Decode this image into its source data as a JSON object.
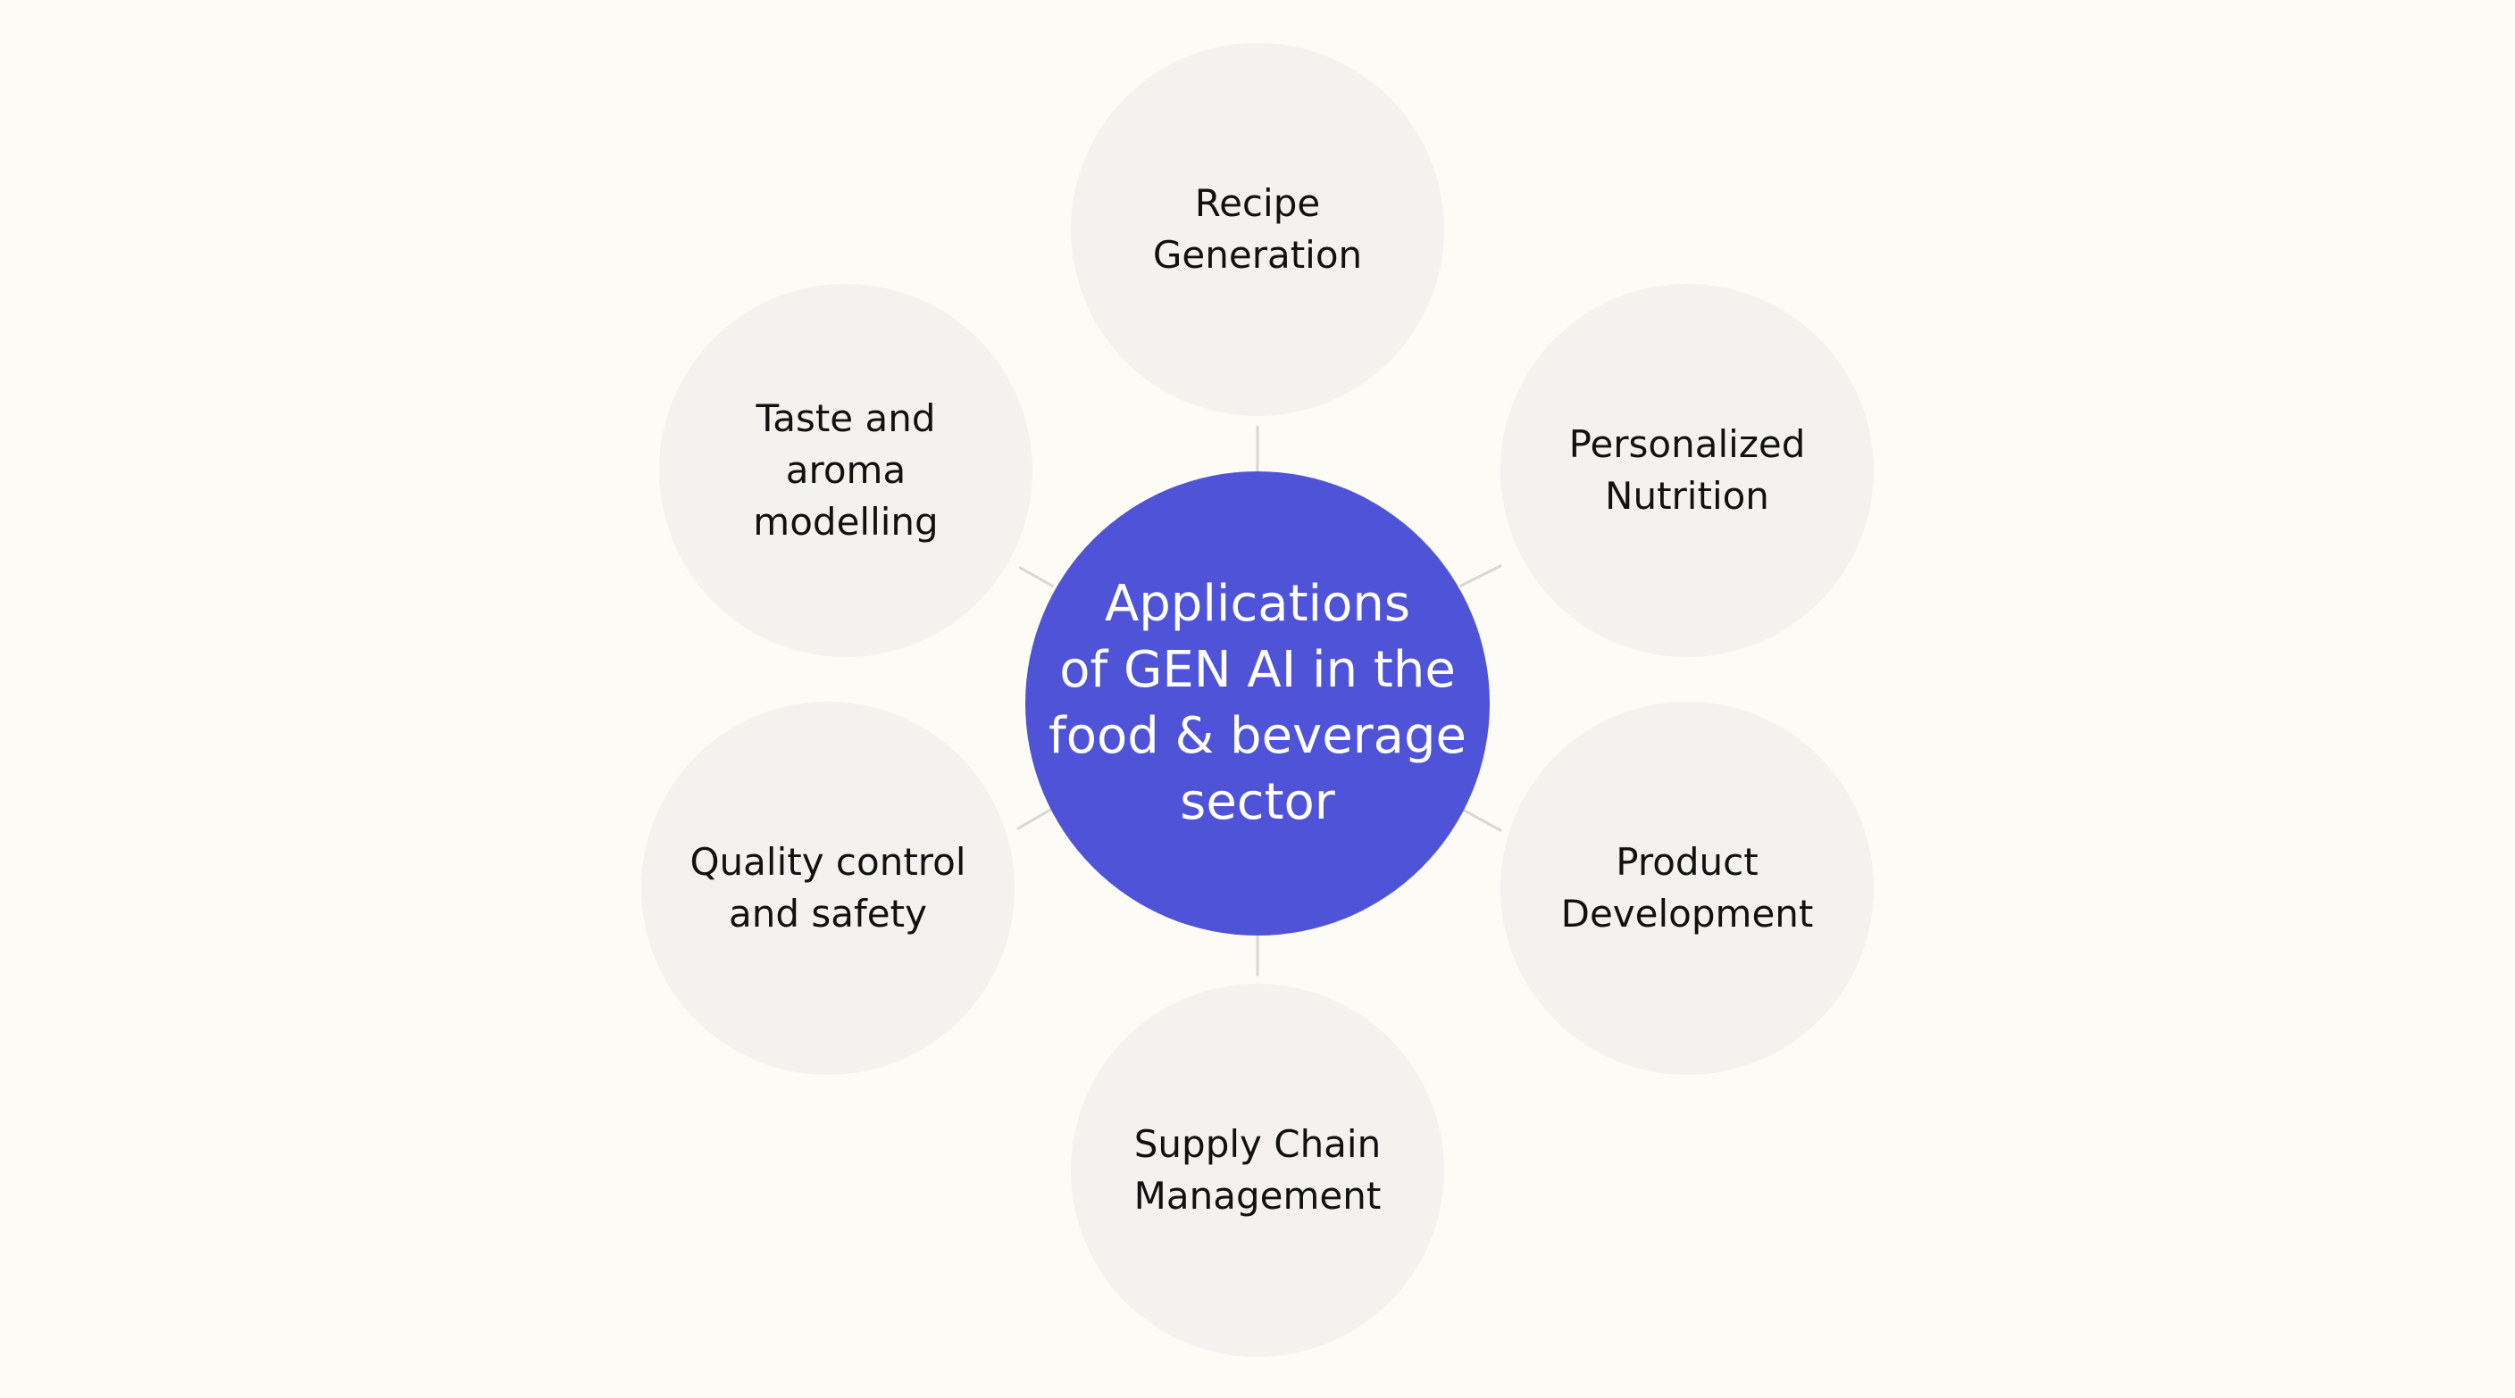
{
  "diagram": {
    "center": {
      "label": "Applications\nof GEN AI in the\nfood & beverage\nsector"
    },
    "nodes": [
      {
        "id": "recipe",
        "label": "Recipe\nGeneration"
      },
      {
        "id": "personalized",
        "label": "Personalized\nNutrition"
      },
      {
        "id": "product",
        "label": "Product\nDevelopment"
      },
      {
        "id": "supply",
        "label": "Supply Chain\nManagement"
      },
      {
        "id": "quality",
        "label": "Quality control\nand safety"
      },
      {
        "id": "taste",
        "label": "Taste and\naroma\nmodelling"
      }
    ]
  },
  "colors": {
    "background": "#fdfbf5",
    "hub": "#4e53d8",
    "node": "#f4f2ef",
    "connector": "#d9d7d2",
    "node_text": "#111111",
    "hub_text": "#ffffff"
  }
}
